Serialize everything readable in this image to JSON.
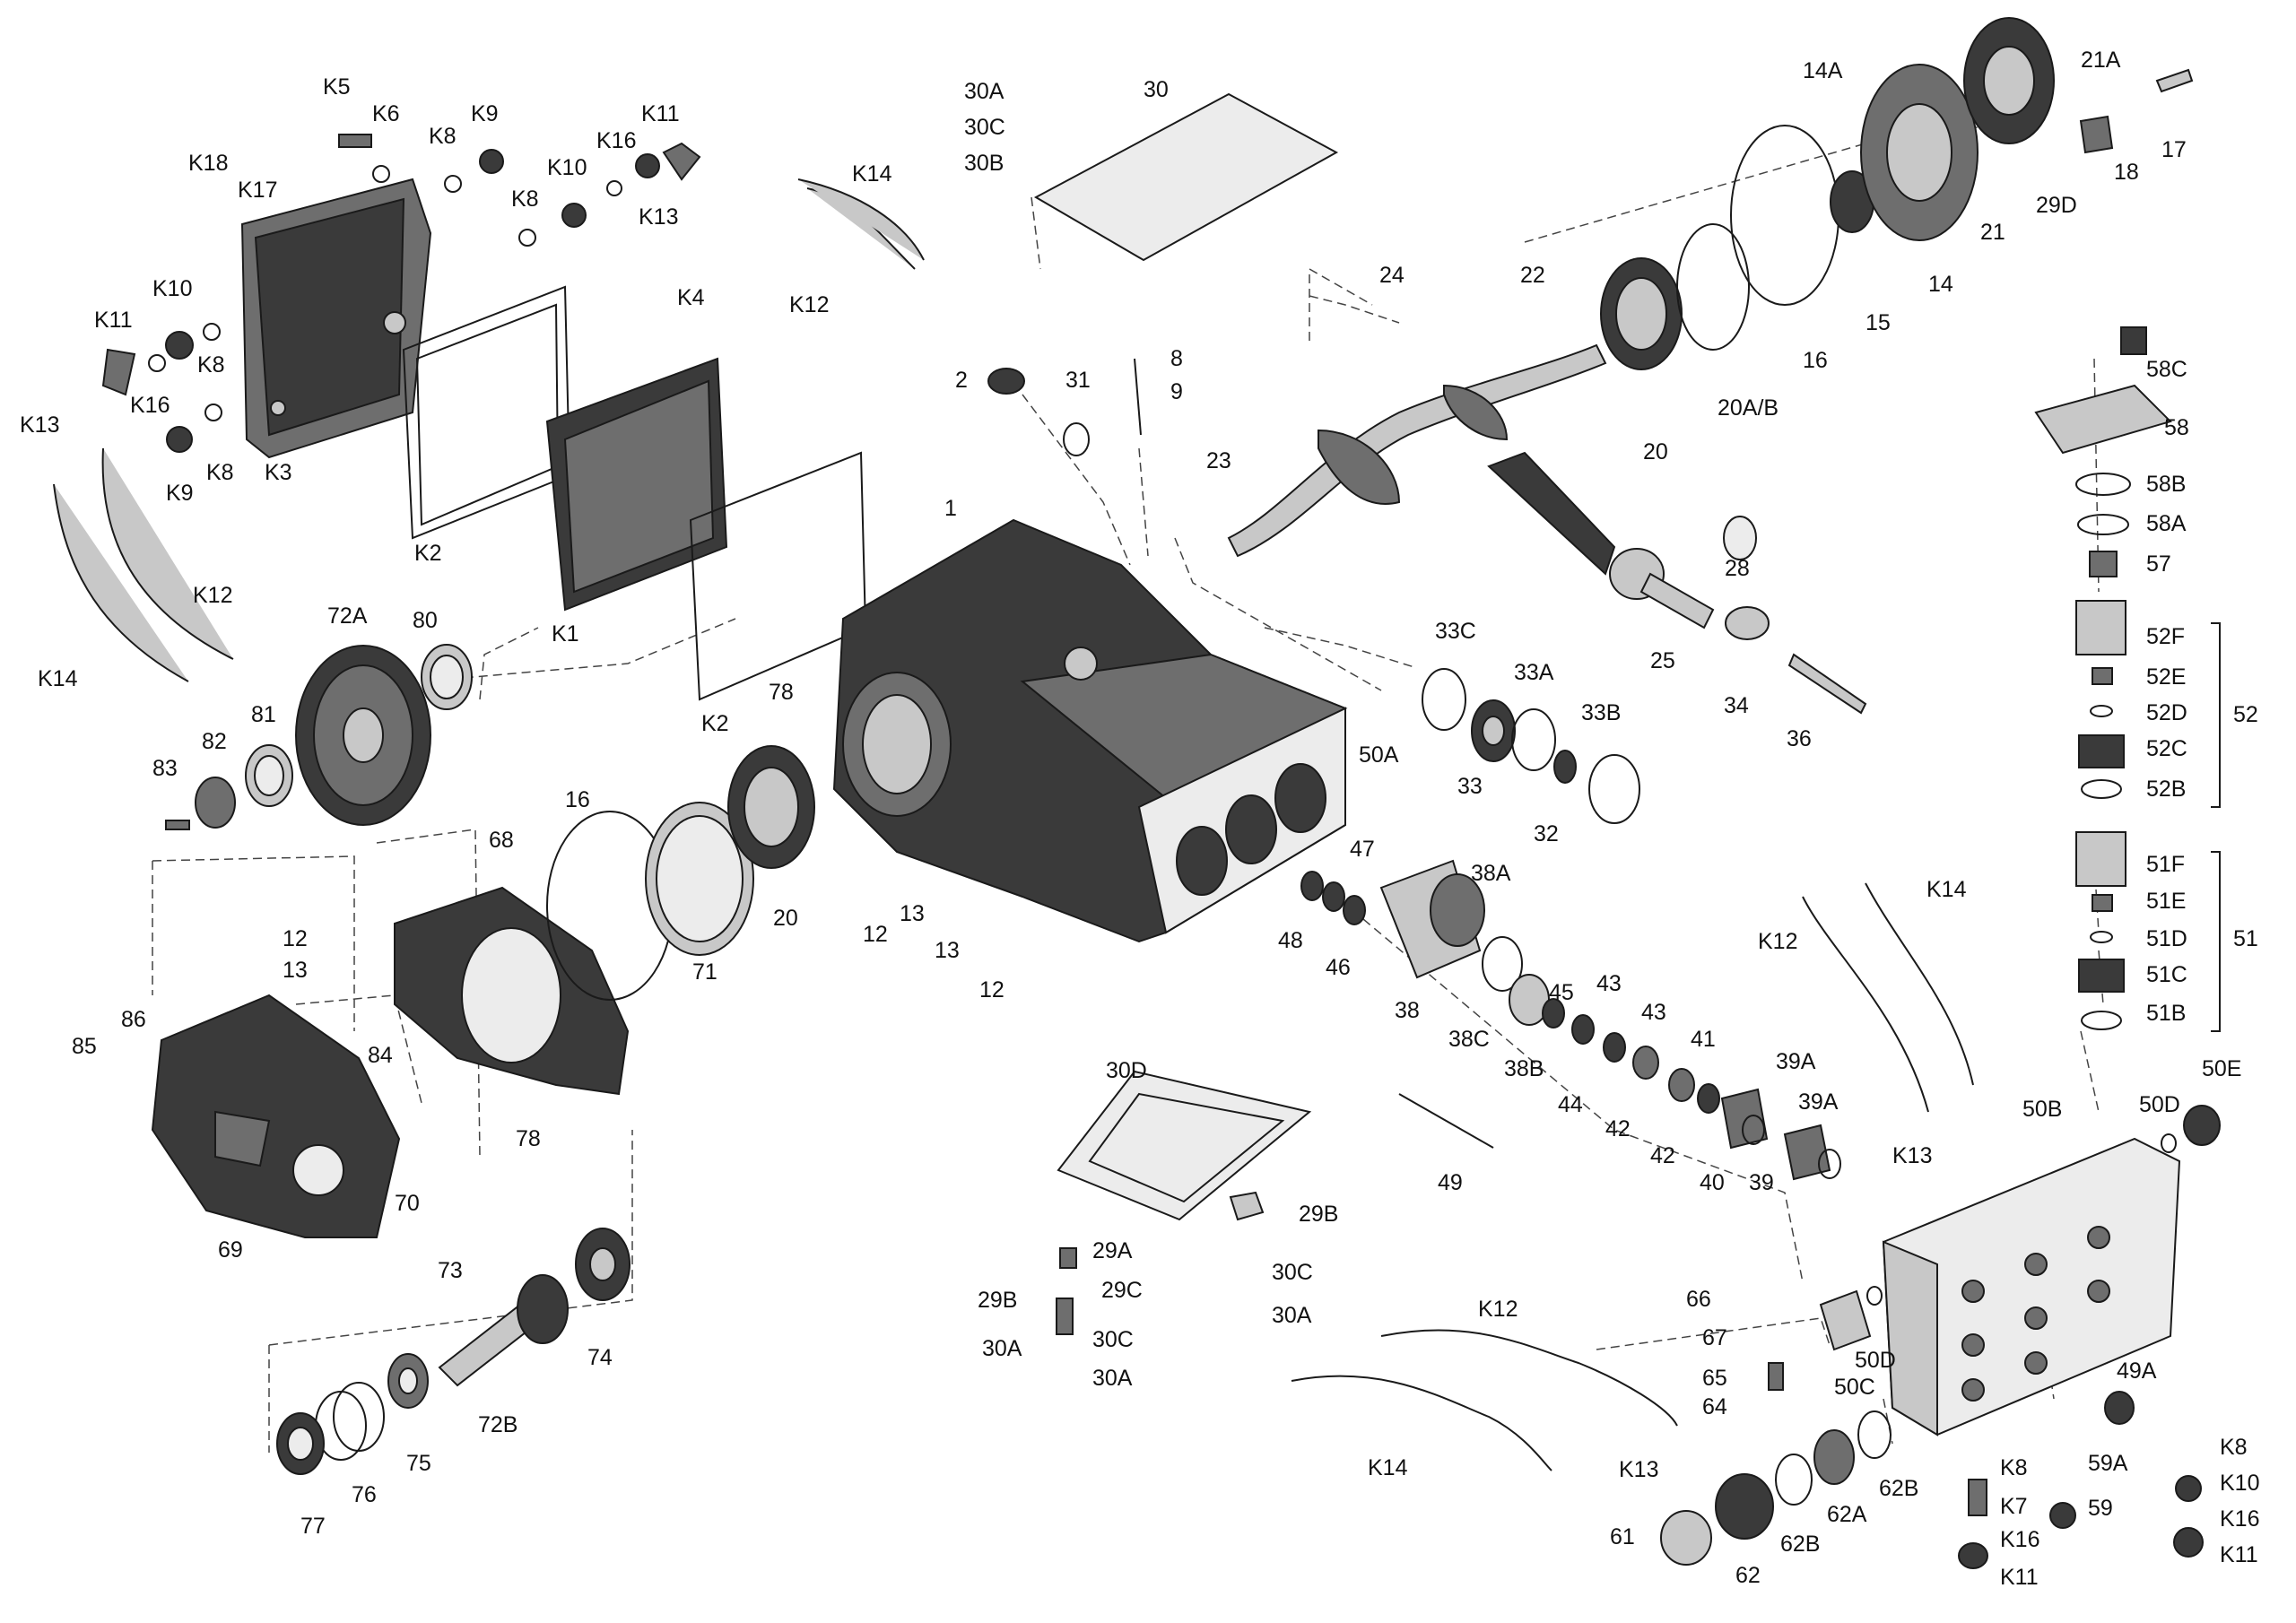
{
  "diagram": {
    "callouts": [
      {
        "id": "K5",
        "text": "K5"
      },
      {
        "id": "K6",
        "text": "K6"
      },
      {
        "id": "K8a",
        "text": "K8"
      },
      {
        "id": "K9a",
        "text": "K9"
      },
      {
        "id": "K10a",
        "text": "K10"
      },
      {
        "id": "K16a",
        "text": "K16"
      },
      {
        "id": "K11a",
        "text": "K11"
      },
      {
        "id": "K18",
        "text": "K18"
      },
      {
        "id": "K17",
        "text": "K17"
      },
      {
        "id": "K8b",
        "text": "K8"
      },
      {
        "id": "K13a",
        "text": "K13"
      },
      {
        "id": "K14a",
        "text": "K14"
      },
      {
        "id": "K12a",
        "text": "K12"
      },
      {
        "id": "K10b",
        "text": "K10"
      },
      {
        "id": "K11b",
        "text": "K11"
      },
      {
        "id": "K8c",
        "text": "K8"
      },
      {
        "id": "K16b",
        "text": "K16"
      },
      {
        "id": "K13b",
        "text": "K13"
      },
      {
        "id": "K9b",
        "text": "K9"
      },
      {
        "id": "K8d",
        "text": "K8"
      },
      {
        "id": "K3",
        "text": "K3"
      },
      {
        "id": "K4",
        "text": "K4"
      },
      {
        "id": "K2a",
        "text": "K2"
      },
      {
        "id": "K1",
        "text": "K1"
      },
      {
        "id": "K12b",
        "text": "K12"
      },
      {
        "id": "K14b",
        "text": "K14"
      },
      {
        "id": "72A",
        "text": "72A"
      },
      {
        "id": "80",
        "text": "80"
      },
      {
        "id": "82",
        "text": "82"
      },
      {
        "id": "81",
        "text": "81"
      },
      {
        "id": "83",
        "text": "83"
      },
      {
        "id": "K2b",
        "text": "K2"
      },
      {
        "id": "30A1",
        "text": "30A"
      },
      {
        "id": "30C1",
        "text": "30C"
      },
      {
        "id": "30B",
        "text": "30B"
      },
      {
        "id": "30",
        "text": "30"
      },
      {
        "id": "2",
        "text": "2"
      },
      {
        "id": "31",
        "text": "31"
      },
      {
        "id": "8",
        "text": "8"
      },
      {
        "id": "9",
        "text": "9"
      },
      {
        "id": "1",
        "text": "1"
      },
      {
        "id": "78a",
        "text": "78"
      },
      {
        "id": "16a",
        "text": "16"
      },
      {
        "id": "68",
        "text": "68"
      },
      {
        "id": "20a",
        "text": "20"
      },
      {
        "id": "71",
        "text": "71"
      },
      {
        "id": "12a",
        "text": "12"
      },
      {
        "id": "13a",
        "text": "13"
      },
      {
        "id": "12b",
        "text": "12"
      },
      {
        "id": "13b",
        "text": "13"
      },
      {
        "id": "13c",
        "text": "13"
      },
      {
        "id": "12c",
        "text": "12"
      },
      {
        "id": "86",
        "text": "86"
      },
      {
        "id": "85",
        "text": "85"
      },
      {
        "id": "84",
        "text": "84"
      },
      {
        "id": "78b",
        "text": "78"
      },
      {
        "id": "69",
        "text": "69"
      },
      {
        "id": "70",
        "text": "70"
      },
      {
        "id": "73",
        "text": "73"
      },
      {
        "id": "74",
        "text": "74"
      },
      {
        "id": "72B",
        "text": "72B"
      },
      {
        "id": "75",
        "text": "75"
      },
      {
        "id": "76",
        "text": "76"
      },
      {
        "id": "77",
        "text": "77"
      },
      {
        "id": "14A",
        "text": "14A"
      },
      {
        "id": "21A",
        "text": "21A"
      },
      {
        "id": "17",
        "text": "17"
      },
      {
        "id": "18",
        "text": "18"
      },
      {
        "id": "29D",
        "text": "29D"
      },
      {
        "id": "21",
        "text": "21"
      },
      {
        "id": "14",
        "text": "14"
      },
      {
        "id": "15",
        "text": "15"
      },
      {
        "id": "16b",
        "text": "16"
      },
      {
        "id": "20AB",
        "text": "20A/B"
      },
      {
        "id": "22",
        "text": "22"
      },
      {
        "id": "24",
        "text": "24"
      },
      {
        "id": "20b",
        "text": "20"
      },
      {
        "id": "23",
        "text": "23"
      },
      {
        "id": "28",
        "text": "28"
      },
      {
        "id": "25",
        "text": "25"
      },
      {
        "id": "34",
        "text": "34"
      },
      {
        "id": "36",
        "text": "36"
      },
      {
        "id": "33C",
        "text": "33C"
      },
      {
        "id": "33A",
        "text": "33A"
      },
      {
        "id": "33B",
        "text": "33B"
      },
      {
        "id": "33",
        "text": "33"
      },
      {
        "id": "32",
        "text": "32"
      },
      {
        "id": "50A",
        "text": "50A"
      },
      {
        "id": "47",
        "text": "47"
      },
      {
        "id": "48",
        "text": "48"
      },
      {
        "id": "46",
        "text": "46"
      },
      {
        "id": "38A",
        "text": "38A"
      },
      {
        "id": "38",
        "text": "38"
      },
      {
        "id": "38C",
        "text": "38C"
      },
      {
        "id": "38B",
        "text": "38B"
      },
      {
        "id": "45",
        "text": "45"
      },
      {
        "id": "44",
        "text": "44"
      },
      {
        "id": "43a",
        "text": "43"
      },
      {
        "id": "43b",
        "text": "43"
      },
      {
        "id": "42a",
        "text": "42"
      },
      {
        "id": "42b",
        "text": "42"
      },
      {
        "id": "41",
        "text": "41"
      },
      {
        "id": "40",
        "text": "40"
      },
      {
        "id": "39A1",
        "text": "39A"
      },
      {
        "id": "39A2",
        "text": "39A"
      },
      {
        "id": "39",
        "text": "39"
      },
      {
        "id": "49",
        "text": "49"
      },
      {
        "id": "58C",
        "text": "58C"
      },
      {
        "id": "58",
        "text": "58"
      },
      {
        "id": "58B",
        "text": "58B"
      },
      {
        "id": "58A",
        "text": "58A"
      },
      {
        "id": "57",
        "text": "57"
      },
      {
        "id": "52F",
        "text": "52F"
      },
      {
        "id": "52E",
        "text": "52E"
      },
      {
        "id": "52D",
        "text": "52D"
      },
      {
        "id": "52C",
        "text": "52C"
      },
      {
        "id": "52B",
        "text": "52B"
      },
      {
        "id": "52",
        "text": "52"
      },
      {
        "id": "51F",
        "text": "51F"
      },
      {
        "id": "51E",
        "text": "51E"
      },
      {
        "id": "51D",
        "text": "51D"
      },
      {
        "id": "51C",
        "text": "51C"
      },
      {
        "id": "51B",
        "text": "51B"
      },
      {
        "id": "51",
        "text": "51"
      },
      {
        "id": "K12c",
        "text": "K12"
      },
      {
        "id": "K14c",
        "text": "K14"
      },
      {
        "id": "30D",
        "text": "30D"
      },
      {
        "id": "29B1",
        "text": "29B"
      },
      {
        "id": "29A",
        "text": "29A"
      },
      {
        "id": "29C",
        "text": "29C"
      },
      {
        "id": "29B2",
        "text": "29B"
      },
      {
        "id": "30C2",
        "text": "30C"
      },
      {
        "id": "30C3",
        "text": "30C"
      },
      {
        "id": "30A2",
        "text": "30A"
      },
      {
        "id": "30A3",
        "text": "30A"
      },
      {
        "id": "30A4",
        "text": "30A"
      },
      {
        "id": "50B",
        "text": "50B"
      },
      {
        "id": "50D1",
        "text": "50D"
      },
      {
        "id": "50E",
        "text": "50E"
      },
      {
        "id": "K13c",
        "text": "K13"
      },
      {
        "id": "66",
        "text": "66"
      },
      {
        "id": "67",
        "text": "67"
      },
      {
        "id": "50C",
        "text": "50C"
      },
      {
        "id": "50D2",
        "text": "50D"
      },
      {
        "id": "65",
        "text": "65"
      },
      {
        "id": "64",
        "text": "64"
      },
      {
        "id": "K12d",
        "text": "K12"
      },
      {
        "id": "K14d",
        "text": "K14"
      },
      {
        "id": "K13d",
        "text": "K13"
      },
      {
        "id": "49A",
        "text": "49A"
      },
      {
        "id": "62B1",
        "text": "62B"
      },
      {
        "id": "62A",
        "text": "62A"
      },
      {
        "id": "62B2",
        "text": "62B"
      },
      {
        "id": "61",
        "text": "61"
      },
      {
        "id": "62",
        "text": "62"
      },
      {
        "id": "K8e",
        "text": "K8"
      },
      {
        "id": "K7",
        "text": "K7"
      },
      {
        "id": "K16c",
        "text": "K16"
      },
      {
        "id": "K11c",
        "text": "K11"
      },
      {
        "id": "59A",
        "text": "59A"
      },
      {
        "id": "59",
        "text": "59"
      },
      {
        "id": "K8f",
        "text": "K8"
      },
      {
        "id": "K10c",
        "text": "K10"
      },
      {
        "id": "K16d",
        "text": "K16"
      },
      {
        "id": "K11d",
        "text": "K11"
      }
    ]
  }
}
